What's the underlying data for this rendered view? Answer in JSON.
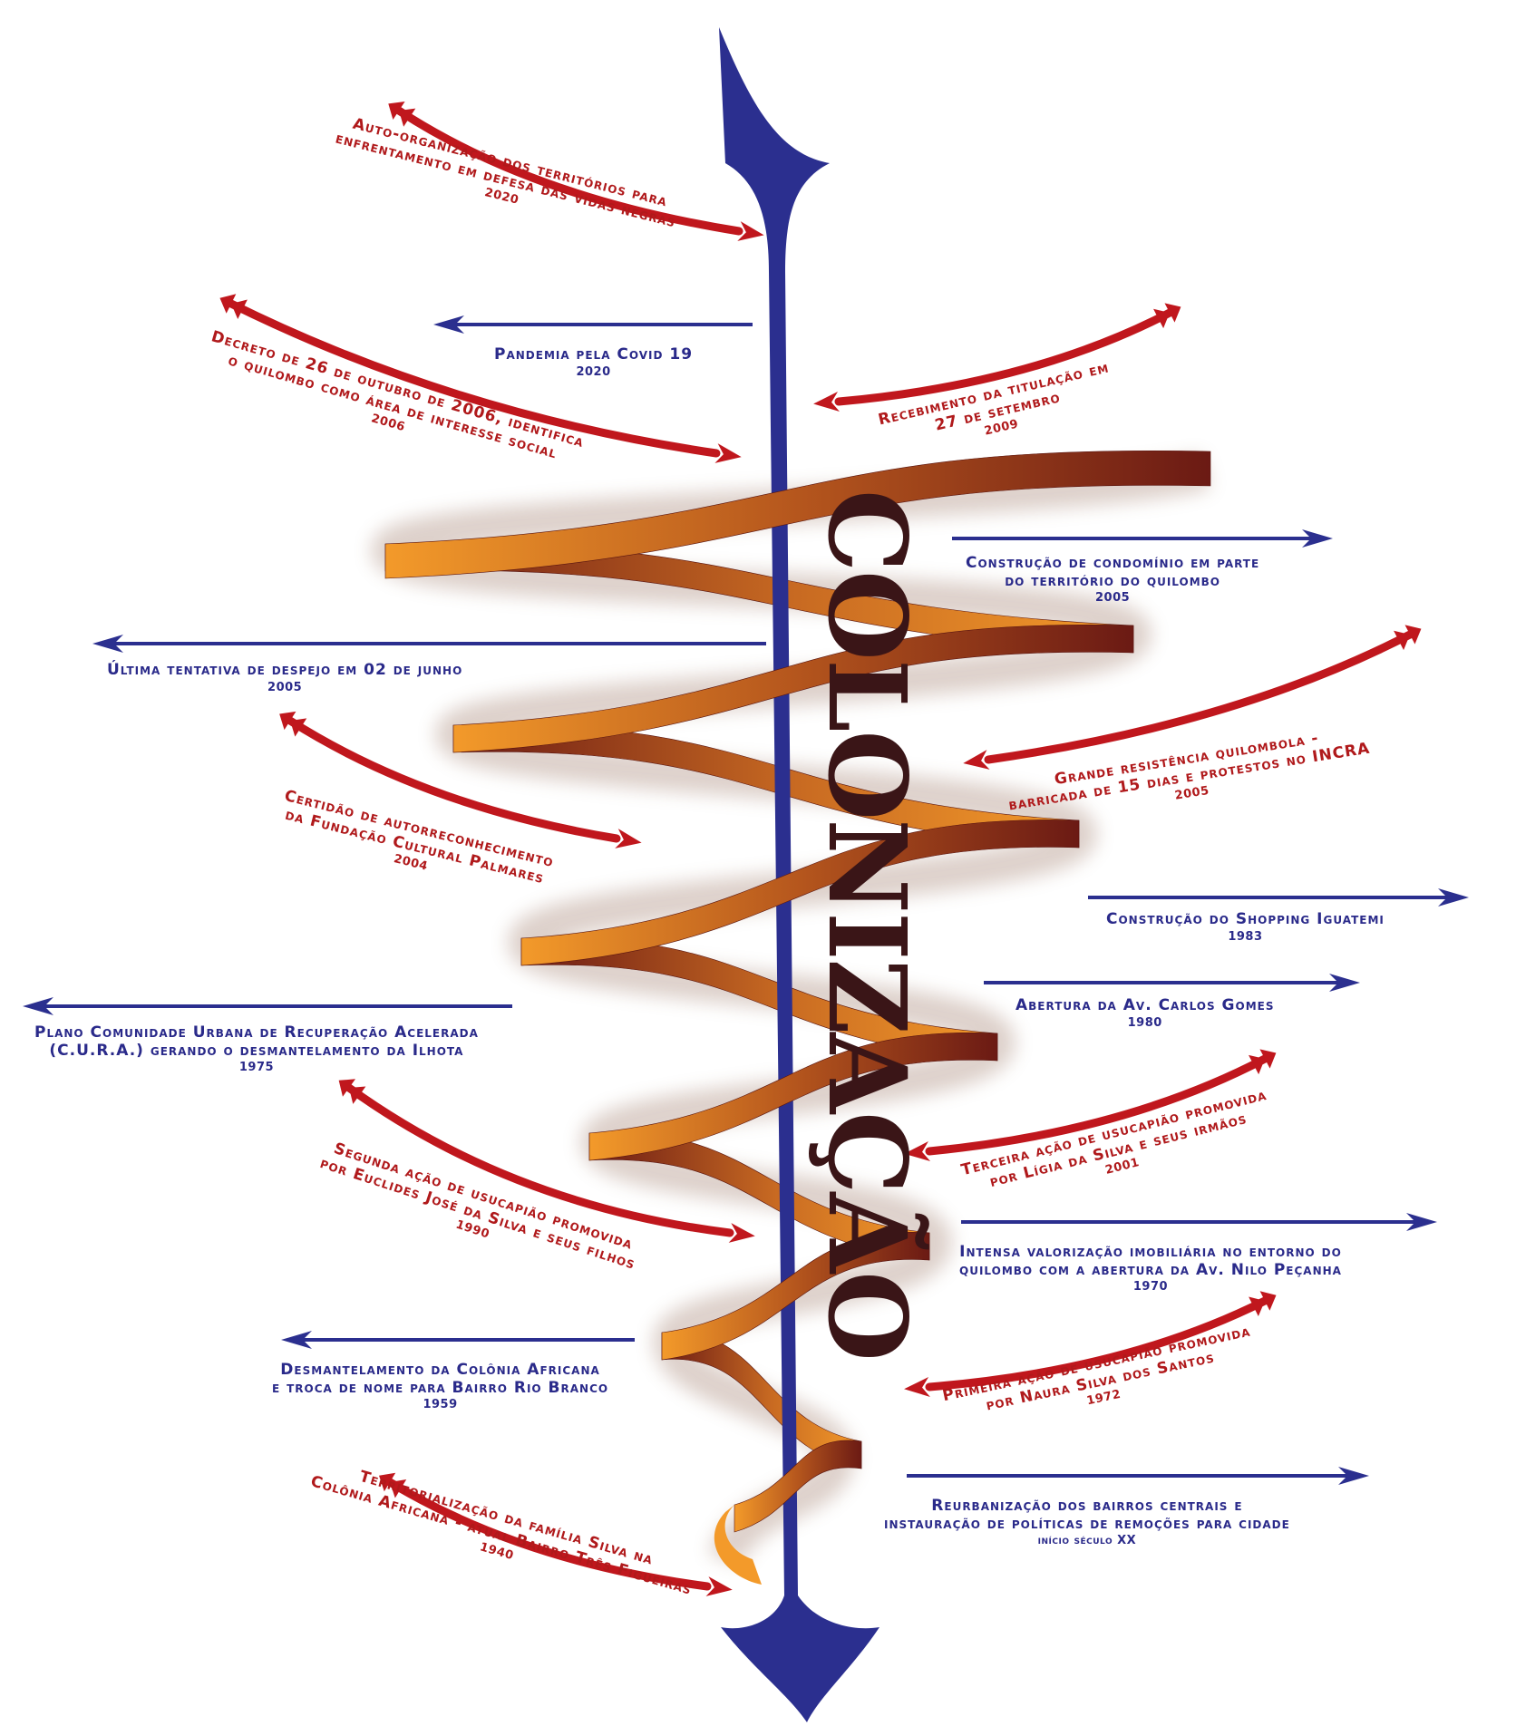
{
  "colors": {
    "blue": "#2b2f8f",
    "red": "#c0171d",
    "ribbon_light": "#f39a2a",
    "ribbon_dark": "#6b1a14",
    "word": "#3a1517"
  },
  "center_word": "COLONIZAÇÃO",
  "events": [
    {
      "id": "e2020a",
      "kind": "resistencia",
      "side": "left",
      "text": [
        "Auto-organização dos territórios para",
        "enfrentamento em defesa das vidas negras"
      ],
      "year": "2020"
    },
    {
      "id": "e2020b",
      "kind": "colonizacao",
      "side": "left",
      "text": [
        "Pandemia pela Covid 19"
      ],
      "year": "2020"
    },
    {
      "id": "e2006",
      "kind": "resistencia",
      "side": "left",
      "text": [
        "Decreto de 26 de outubro de 2006, identifica",
        "o quilombo como área de interesse social"
      ],
      "year": "2006"
    },
    {
      "id": "e2009",
      "kind": "resistencia",
      "side": "right",
      "text": [
        "Recebimento da titulação em",
        "27 de setembro"
      ],
      "year": "2009"
    },
    {
      "id": "e2005a",
      "kind": "colonizacao",
      "side": "right",
      "text": [
        "Construção de condomínio em parte",
        "do território do quilombo"
      ],
      "year": "2005"
    },
    {
      "id": "e2005b",
      "kind": "colonizacao",
      "side": "left",
      "text": [
        "Última tentativa de despejo em 02 de junho"
      ],
      "year": "2005"
    },
    {
      "id": "e2005c",
      "kind": "resistencia",
      "side": "right",
      "text": [
        "Grande resistência quilombola -",
        "barricada de 15 dias e protestos no INCRA"
      ],
      "year": "2005"
    },
    {
      "id": "e2004",
      "kind": "resistencia",
      "side": "left",
      "text": [
        "Certidão de autorreconhecimento",
        "da Fundação Cultural Palmares"
      ],
      "year": "2004"
    },
    {
      "id": "e1983",
      "kind": "colonizacao",
      "side": "right",
      "text": [
        "Construção do Shopping Iguatemi"
      ],
      "year": "1983"
    },
    {
      "id": "e1980",
      "kind": "colonizacao",
      "side": "right",
      "text": [
        "Abertura da Av. Carlos Gomes"
      ],
      "year": "1980"
    },
    {
      "id": "e1975",
      "kind": "colonizacao",
      "side": "left",
      "text": [
        "Plano Comunidade Urbana de Recuperação Acelerada",
        "(C.U.R.A.) gerando o desmantelamento da Ilhota"
      ],
      "year": "1975"
    },
    {
      "id": "e2001",
      "kind": "resistencia",
      "side": "right",
      "text": [
        "Terceira ação de usucapião promovida",
        "por Lígia da Silva e seus irmãos"
      ],
      "year": "2001"
    },
    {
      "id": "e1990",
      "kind": "resistencia",
      "side": "left",
      "text": [
        "Segunda ação de usucapião promovida",
        "por Euclides José da Silva e seus filhos"
      ],
      "year": "1990"
    },
    {
      "id": "e1970",
      "kind": "colonizacao",
      "side": "right",
      "text": [
        "Intensa valorização imobiliária no entorno do",
        "quilombo  com a abertura da Av. Nilo Peçanha"
      ],
      "year": "1970"
    },
    {
      "id": "e1959",
      "kind": "colonizacao",
      "side": "left",
      "text": [
        "Desmantelamento da Colônia Africana",
        "e troca de nome para Bairro Rio Branco"
      ],
      "year": "1959"
    },
    {
      "id": "e1972",
      "kind": "resistencia",
      "side": "right",
      "text": [
        "Primeira ação de usucapião promovida",
        "por Naura Silva dos Santos"
      ],
      "year": "1972"
    },
    {
      "id": "eXX",
      "kind": "colonizacao",
      "side": "right",
      "text": [
        "Reurbanização dos bairros centrais e",
        "instauração de políticas de remoções para cidade"
      ],
      "year": "início século XX"
    },
    {
      "id": "e1940",
      "kind": "resistencia",
      "side": "left",
      "text": [
        "Territorialização da família Silva na",
        "Colônia Africana - atual Bairro Três Figueiras"
      ],
      "year": "1940"
    }
  ]
}
